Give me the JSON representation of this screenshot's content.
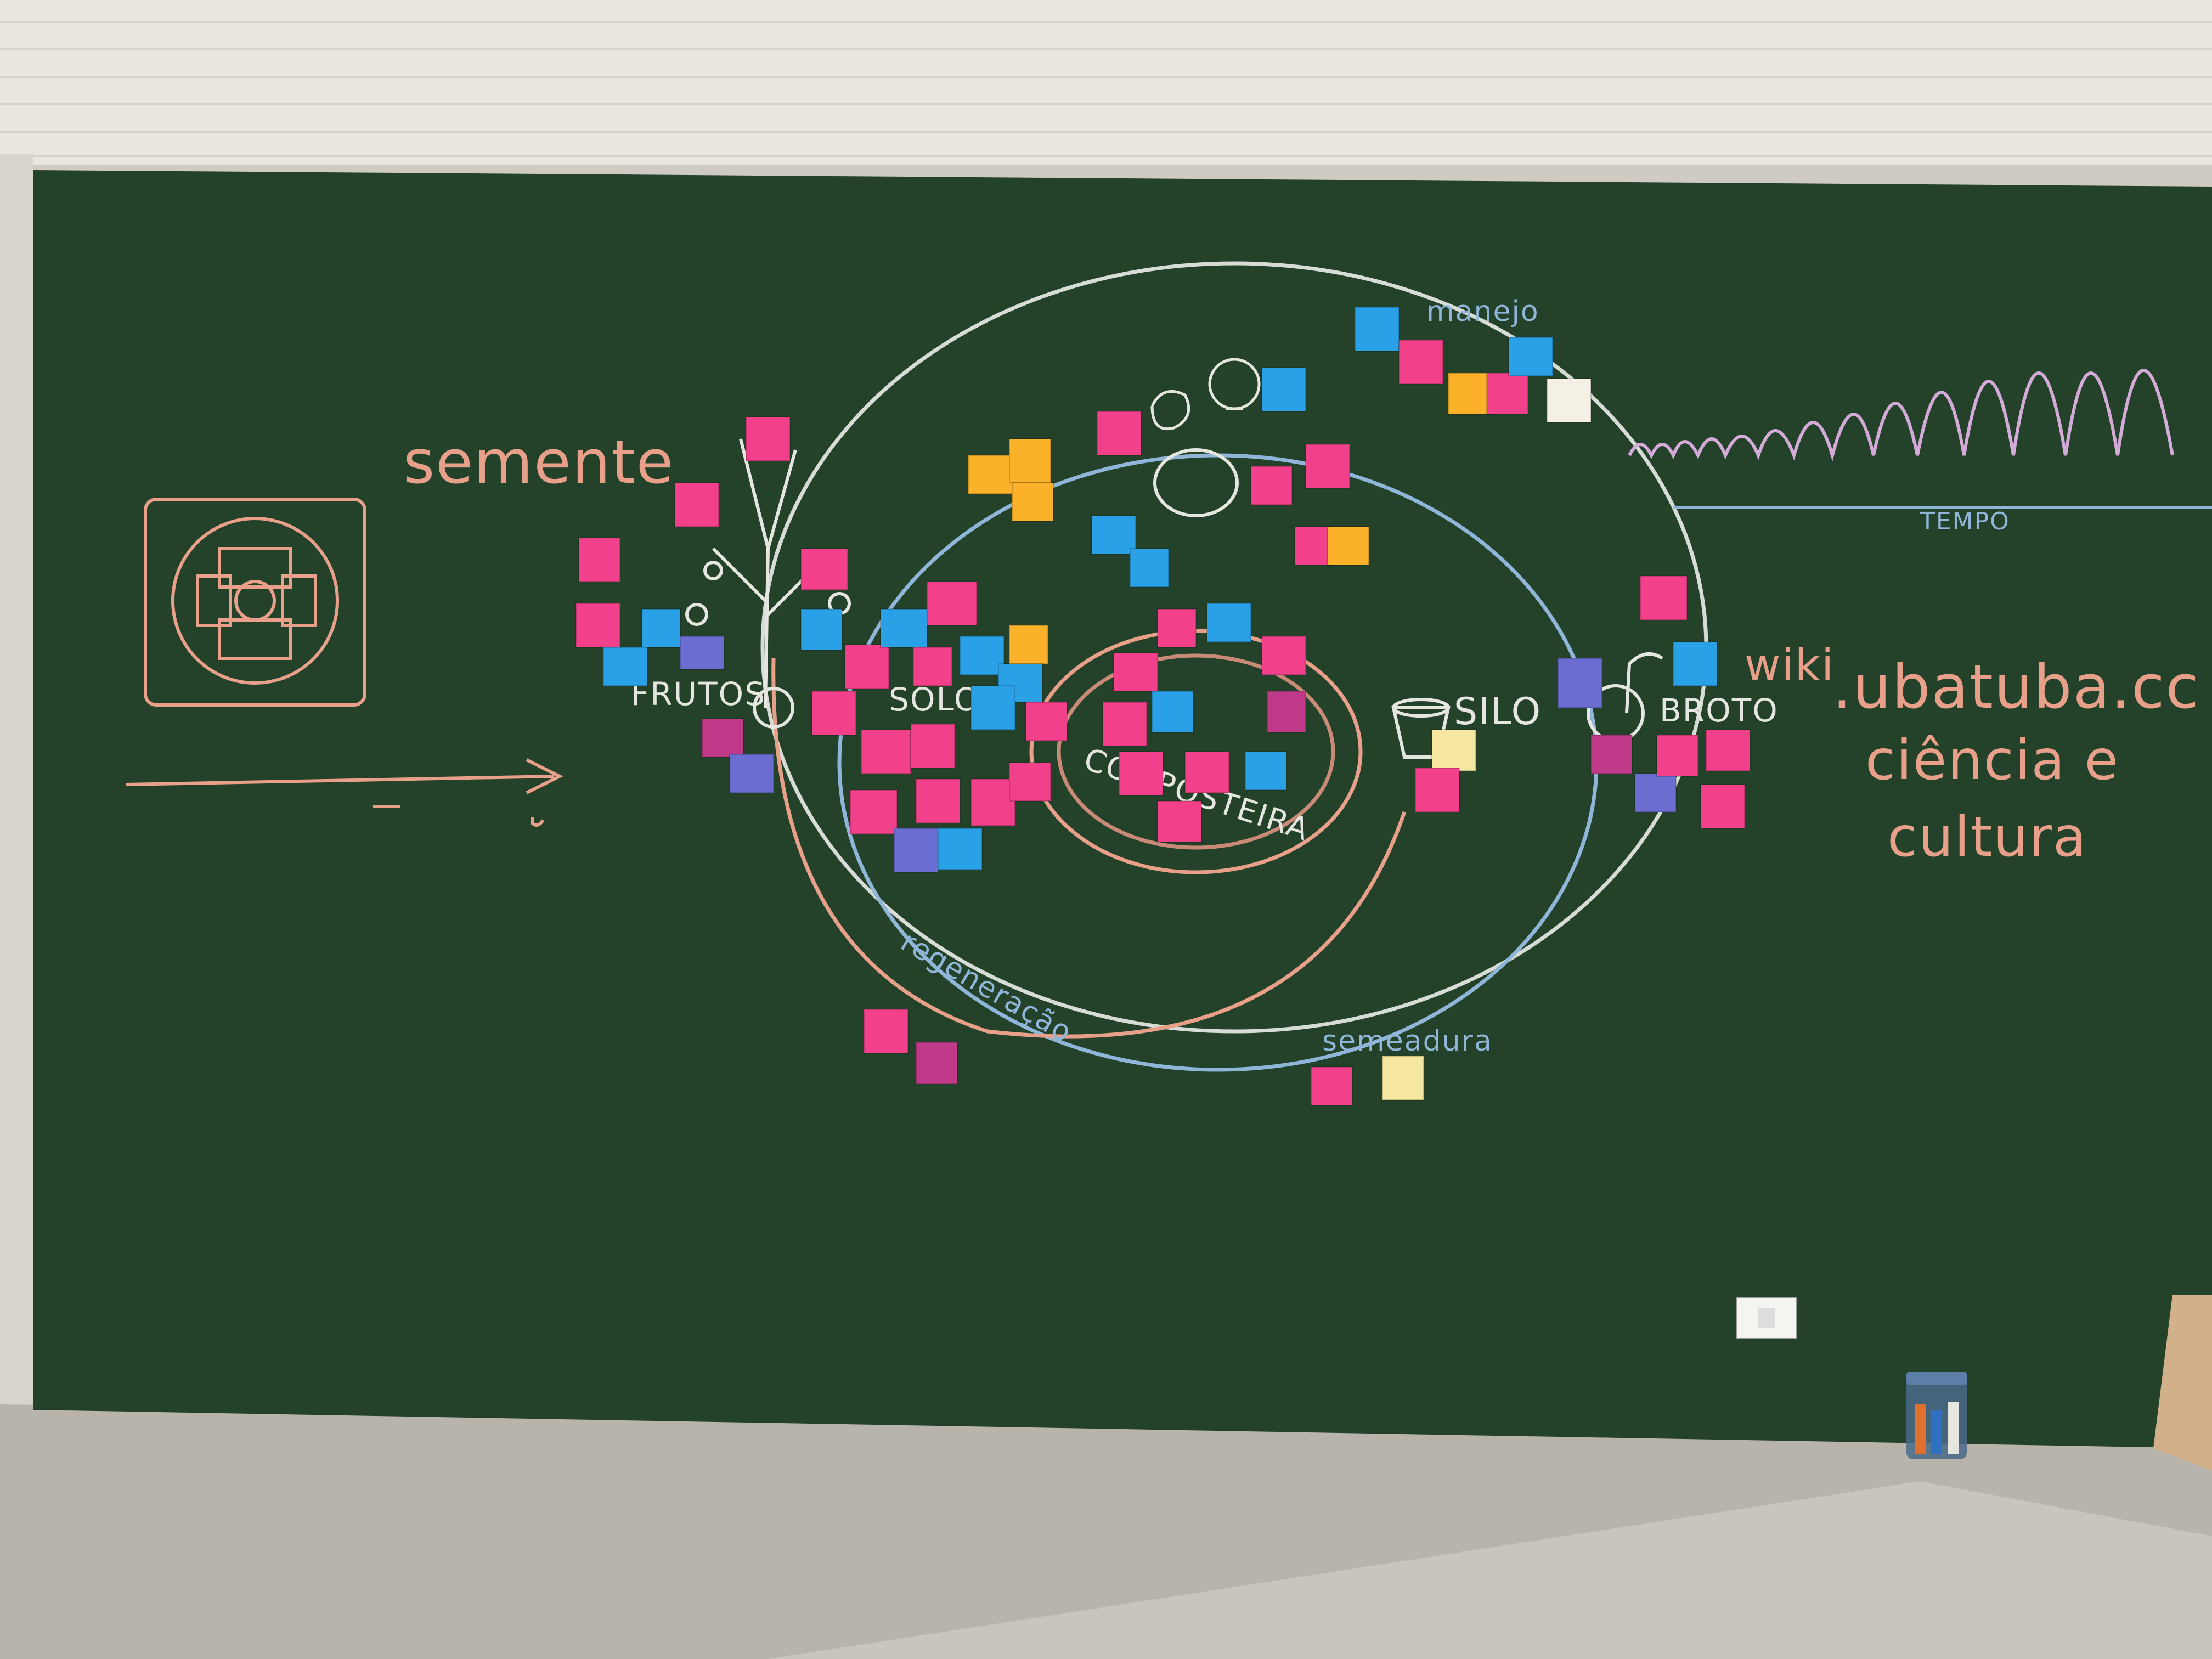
{
  "scene": {
    "type": "photo",
    "colors": {
      "ceiling": "#e9e6e0",
      "chalkboard": "#24422a",
      "floor": "#b8b4ac",
      "chalk_orange": "#e8a08a",
      "chalk_white": "#e6e6e0",
      "chalk_blue": "#8fb6d8",
      "note_pink": "#f2408a",
      "note_blue": "#2aa0e6",
      "note_orange": "#fbb12a",
      "note_purple": "#6b6ed0",
      "note_yellow": "#f5e6a0",
      "note_magenta": "#c03a8a"
    }
  },
  "board": {
    "words": {
      "semente": "semente",
      "frutos": "FRUTOS",
      "solo": "SOLO",
      "silo": "SILO",
      "broto": "BROTO",
      "compostagem": "COMPOSTEIRA",
      "manejo": "manejo",
      "regeneracao": "regeneração",
      "semeadura": "semeadura",
      "tempo": "TEMPO"
    },
    "website": {
      "wiki": "wiki",
      "domain": ".ubatuba.cc",
      "line2": "ciência e",
      "line3": "cultura"
    }
  }
}
